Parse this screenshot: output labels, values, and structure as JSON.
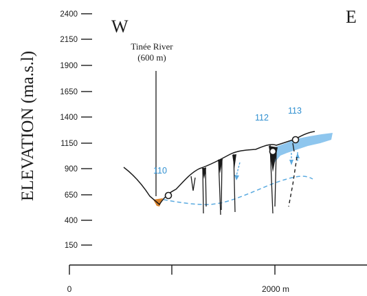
{
  "orientation": {
    "west": "W",
    "east": "E"
  },
  "y_axis": {
    "label": "ELEVATION (ma.s.l)",
    "ticks": [
      "2400",
      "2150",
      "1900",
      "1650",
      "1400",
      "1150",
      "900",
      "650",
      "400",
      "150"
    ]
  },
  "x_axis": {
    "ticks": [
      "0",
      "2000 m"
    ]
  },
  "river": {
    "name": "Tinée River",
    "elevation": "(600 m)"
  },
  "boreholes": [
    "110",
    "112",
    "113"
  ],
  "colors": {
    "ink": "#1a1a1a",
    "borehole_label": "#2f8fd0",
    "water_table": "#5aaae0",
    "sliding_mass": "#8ec6ee",
    "river_deposit": "#d9822b"
  }
}
